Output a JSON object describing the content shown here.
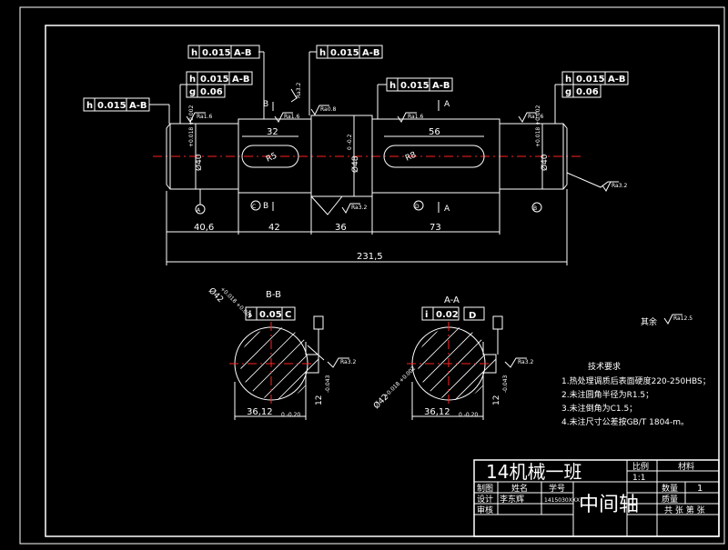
{
  "colors": {
    "background": "#000000",
    "lines": "#ffffff",
    "centerline": "#ff2020"
  },
  "gdt": {
    "fcf_left_top": [
      "h",
      "0.015",
      "A-B"
    ],
    "fcf_mid_top": [
      "h",
      "0.015",
      "A-B"
    ],
    "fcf_left_2a": [
      "h",
      "0.015",
      "A-B"
    ],
    "fcf_left_2b": [
      "g",
      "0.06"
    ],
    "fcf_center": [
      "h",
      "0.015",
      "A-B"
    ],
    "fcf_right_a": [
      "h",
      "0.015",
      "A-B"
    ],
    "fcf_right_b": [
      "g",
      "0.06"
    ],
    "fcf_leftmost": [
      "h",
      "0.015",
      "A-B"
    ]
  },
  "dimensions": {
    "len_seg1": "40,6",
    "len_seg2": "42",
    "len_seg3": "36",
    "len_seg4": "73",
    "len_total": "231,5",
    "key1_width": "32",
    "key2_width": "56",
    "radius_r5": "R5",
    "radius_r8": "R8",
    "dia1": "Ø40",
    "dia1_tol": "+0.018 +0.002",
    "dia2": "Ø42",
    "dia2_tol": "+0.018 +0.002",
    "dia3": "Ø48",
    "dia3_tol": "0 -0.2",
    "dia4": "Ø42",
    "dia4_tol": "+0.018 +0.002",
    "dia5": "Ø40",
    "dia5_tol": "+0.018 +0.002"
  },
  "labels": {
    "B": "B",
    "A": "A",
    "datum_A": "A",
    "datum_B": "B",
    "datum_C": "C",
    "datum_D": "D"
  },
  "roughness": {
    "r1": "Ra1.6",
    "r2": "Ra3.2",
    "r3": "Ra1.6",
    "r4": "Ra0.8",
    "r5": "Ra3.2",
    "r6": "Ra3.2",
    "r7": "Ra12.5",
    "r8": "Ra3.2",
    "r9": "Ra3.2",
    "rest": "其余",
    "rest_ra": "Ra12.5"
  },
  "sections": {
    "bb_title": "B-B",
    "aa_title": "A-A",
    "bb_fcf": [
      "i",
      "0.05",
      "C"
    ],
    "aa_fcf": [
      "i",
      "0.02",
      "D"
    ],
    "bb_width": "36,12",
    "bb_width_tol": "0 -0.20",
    "aa_width": "36,12",
    "aa_width_tol": "0 -0.20",
    "bb_key": "12",
    "bb_key_tol": "-0.043",
    "aa_key": "12",
    "aa_key_tol": "-0.043",
    "bb_dia": "Ø42",
    "aa_dia": "Ø42"
  },
  "notes": {
    "heading": "技术要求",
    "items": [
      "1.热处理调质后表面硬度220-250HBS；",
      "2.未注圆角半径为R1.5；",
      "3.未注倒角为C1.5；",
      "4.未注尺寸公差按GB/T 1804-m。"
    ]
  },
  "titleblock": {
    "class": "14机械一班",
    "scale_label": "比例",
    "scale_value": "1:1",
    "material_label": "材料",
    "row_draw": "制图",
    "row_name": "姓名",
    "row_id": "学号",
    "row_design": "设计",
    "designer": "李东辉",
    "student_id": "1415030XXX",
    "row_review": "审核",
    "part_name": "中间轴",
    "qty_label": "数量",
    "qty_value": "1",
    "mass_label": "质量",
    "sheets": "共 张 第 张"
  }
}
